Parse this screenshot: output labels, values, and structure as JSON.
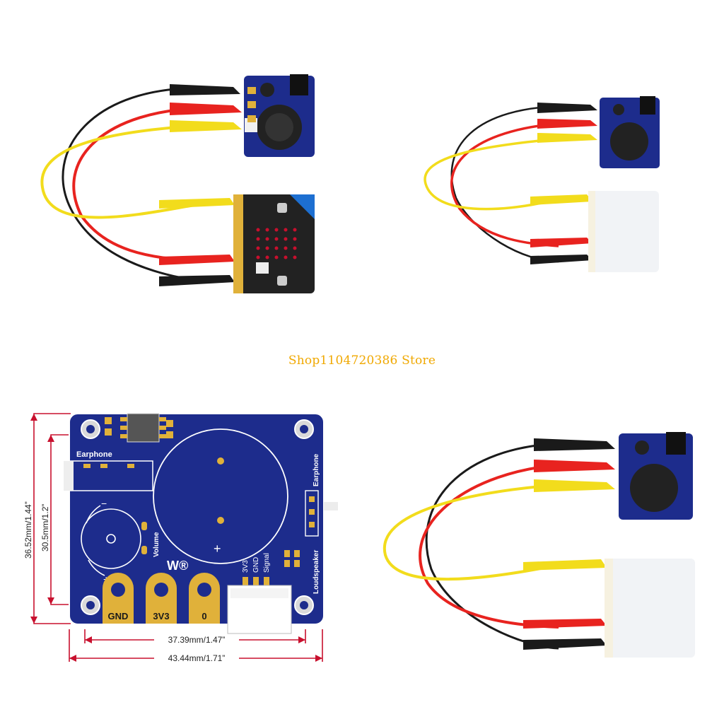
{
  "watermark": {
    "text": "Shop1104720386 Store"
  },
  "board": {
    "earphone_top": "Earphone",
    "earphone_side": "Earphone",
    "loudspeaker": "Loudspeaker",
    "volume": "Volume",
    "pin_3v3": "3V3",
    "pin_gnd": "GND",
    "pin_signal": "Signal",
    "pad_gnd": "GND",
    "pad_3v3": "3V3",
    "pad_0": "0",
    "logo_mark": "W®"
  },
  "dimensions": {
    "outer_height": "36.52mm/1.44”",
    "inner_height": "30.5mm/1.2”",
    "inner_width": "37.39mm/1.47”",
    "outer_width": "43.44mm/1.71”"
  },
  "colors": {
    "pcb_blue": "#1d2c8c",
    "gold": "#e0b13a",
    "dim_red": "#c8102e",
    "wire_black": "#1a1a1a",
    "wire_red": "#e8231f",
    "wire_yellow": "#f2dc1c",
    "watermark": "#f0a800"
  }
}
